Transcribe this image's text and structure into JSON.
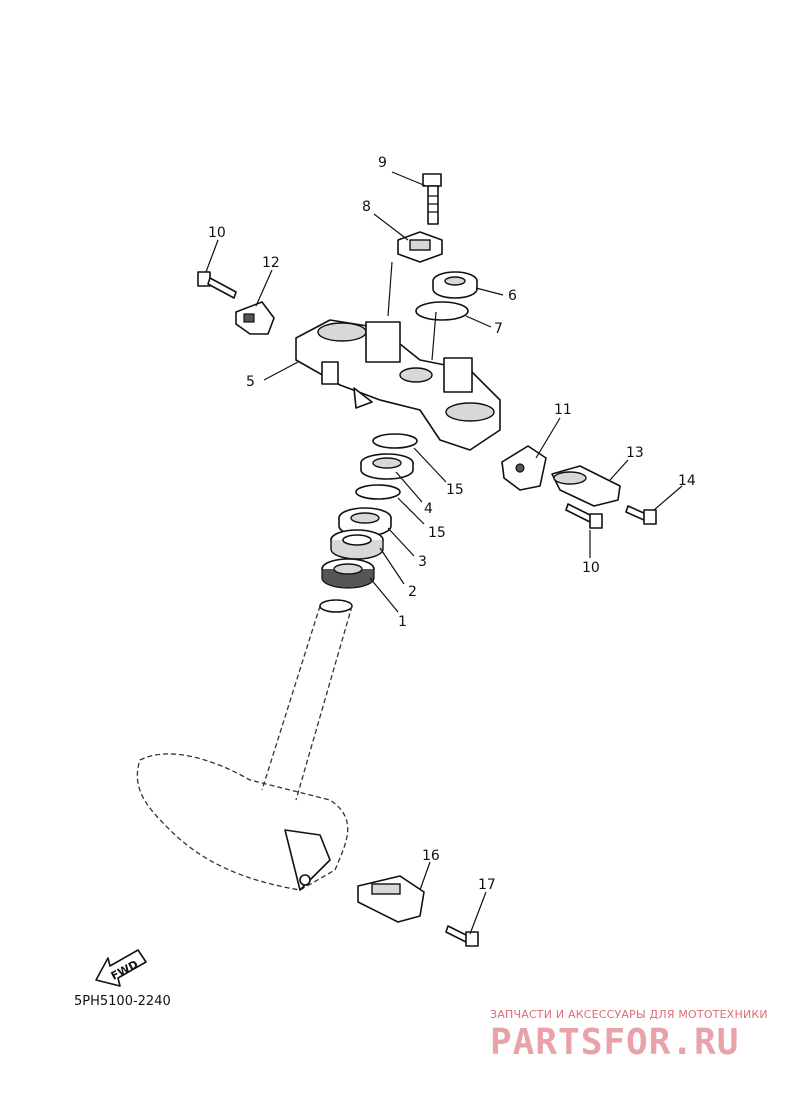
{
  "diagram_code": "5PH5100-2240",
  "fwd_label": "FWD",
  "watermark": {
    "tagline": "ЗАПЧАСТИ И АКСЕССУАРЫ ДЛЯ МОТОТЕХНИКИ",
    "brand": "PARTSFOR.RU"
  },
  "callouts": [
    "1",
    "2",
    "3",
    "4",
    "5",
    "6",
    "7",
    "8",
    "9",
    "10",
    "10",
    "11",
    "12",
    "13",
    "14",
    "15",
    "15",
    "16",
    "17"
  ]
}
